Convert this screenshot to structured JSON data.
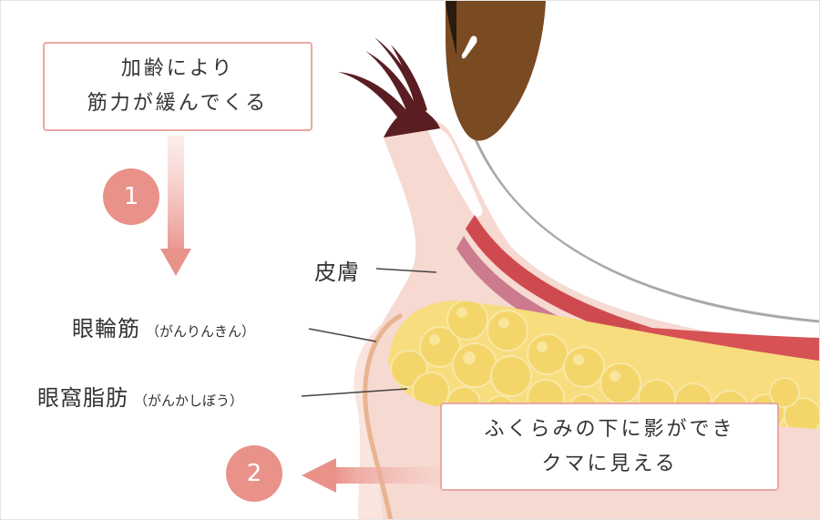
{
  "box1": {
    "line1": "加齢により",
    "line2": "筋力が緩んでくる"
  },
  "step1": "1",
  "box2": {
    "line1": "ふくらみの下に影ができ",
    "line2": "クマに見える"
  },
  "step2": "2",
  "labels": {
    "skin": "皮膚",
    "muscle": "眼輪筋",
    "muscle_reading": "（がんりんきん）",
    "fat": "眼窩脂肪",
    "fat_reading": "（がんかしぼう）"
  },
  "colors": {
    "skin": "#f6d9d1",
    "skin_light": "#fbece7",
    "muscle": "#cf4a4f",
    "fat": "#f4d56a",
    "eye_brown": "#7a4a23",
    "lash": "#5a1e22",
    "accent": "#e9928a",
    "box_border": "#e8a9a4"
  }
}
